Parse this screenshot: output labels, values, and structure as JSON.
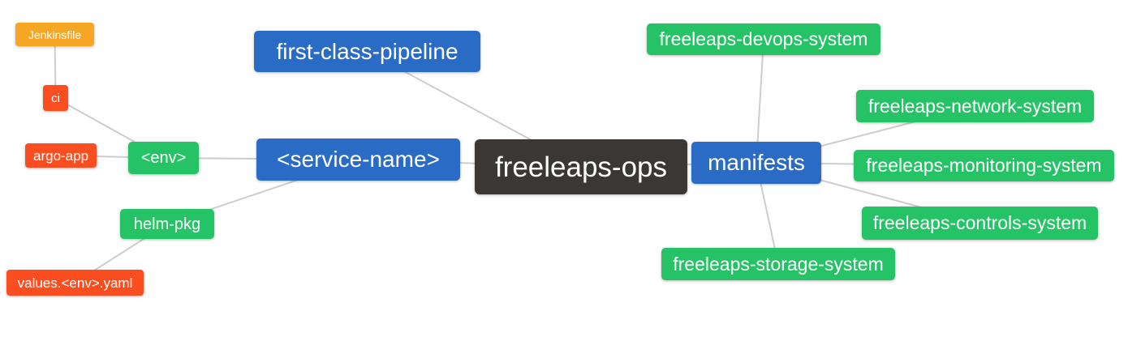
{
  "palette": {
    "root": "#3B3734",
    "blue": "#2A6BC5",
    "green": "#26C366",
    "red": "#FB4E20",
    "amber": "#F5A623",
    "edge": "#CDCDCD",
    "node_text": "#FFFFFF",
    "background": "#FFFFFF"
  },
  "mindmap": {
    "root_id": "freeleaps_ops",
    "nodes": {
      "freeleaps_ops": {
        "label": "freeleaps-ops",
        "level": 0,
        "color": "root"
      },
      "first_class_pipeline": {
        "label": "first-class-pipeline",
        "level": 1,
        "color": "blue"
      },
      "service_name": {
        "label": "<service-name>",
        "level": 1,
        "color": "blue"
      },
      "manifests": {
        "label": "manifests",
        "level": 1,
        "color": "blue"
      },
      "env": {
        "label": "<env>",
        "level": 2,
        "color": "green"
      },
      "helm_pkg": {
        "label": "helm-pkg",
        "level": 2,
        "color": "green"
      },
      "devops_system": {
        "label": "freeleaps-devops-system",
        "level": 2,
        "color": "green"
      },
      "network_system": {
        "label": "freeleaps-network-system",
        "level": 2,
        "color": "green"
      },
      "monitoring_system": {
        "label": "freeleaps-monitoring-system",
        "level": 2,
        "color": "green"
      },
      "controls_system": {
        "label": "freeleaps-controls-system",
        "level": 2,
        "color": "green"
      },
      "storage_system": {
        "label": "freeleaps-storage-system",
        "level": 2,
        "color": "green"
      },
      "ci": {
        "label": "ci",
        "level": 3,
        "color": "red"
      },
      "argo_app": {
        "label": "argo-app",
        "level": 3,
        "color": "red"
      },
      "values_env_yaml": {
        "label": "values.<env>.yaml",
        "level": 3,
        "color": "red"
      },
      "jenkinsfile": {
        "label": "Jenkinsfile",
        "level": 4,
        "color": "amber"
      }
    },
    "edges": [
      {
        "from": "freeleaps_ops",
        "to": "first_class_pipeline"
      },
      {
        "from": "freeleaps_ops",
        "to": "service_name"
      },
      {
        "from": "freeleaps_ops",
        "to": "manifests"
      },
      {
        "from": "service_name",
        "to": "env"
      },
      {
        "from": "service_name",
        "to": "helm_pkg"
      },
      {
        "from": "env",
        "to": "ci"
      },
      {
        "from": "env",
        "to": "argo_app"
      },
      {
        "from": "ci",
        "to": "jenkinsfile"
      },
      {
        "from": "helm_pkg",
        "to": "values_env_yaml"
      },
      {
        "from": "manifests",
        "to": "devops_system"
      },
      {
        "from": "manifests",
        "to": "network_system"
      },
      {
        "from": "manifests",
        "to": "monitoring_system"
      },
      {
        "from": "manifests",
        "to": "controls_system"
      },
      {
        "from": "manifests",
        "to": "storage_system"
      }
    ]
  }
}
